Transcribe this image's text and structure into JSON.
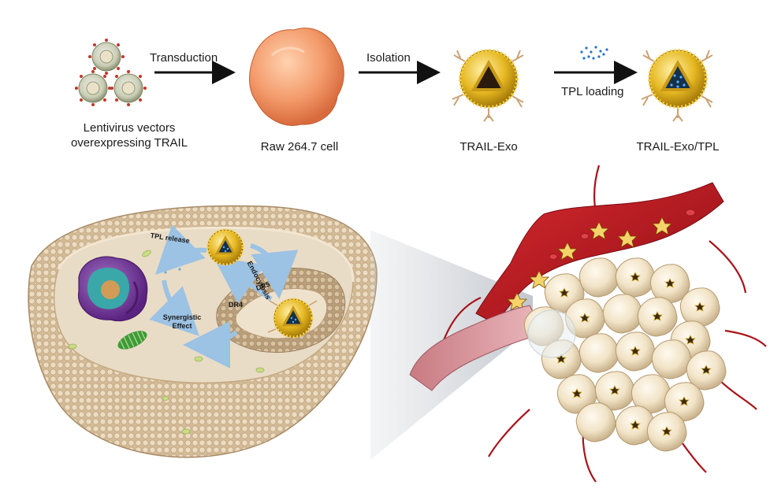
{
  "top_row": {
    "lentivirus_label_line1": "Lentivirus vectors",
    "lentivirus_label_line2": "overexpressing TRAIL",
    "step1_label": "Transduction",
    "cell_label": "Raw 264.7 cell",
    "step2_label": "Isolation",
    "exo_label": "TRAIL-Exo",
    "step3_label": "TPL loading",
    "loaded_exo_label": "TRAIL-Exo/TPL"
  },
  "cell_diagram": {
    "tpl_release": "TPL release",
    "endocytosis": "Endocytosis",
    "dr5": "DR5",
    "dr4": "DR4",
    "synergistic_line1": "Synergistic",
    "synergistic_line2": "Effect"
  },
  "colors": {
    "membrane": "#d8c2a0",
    "membrane_dark": "#b89c76",
    "nucleus": "#7b3fa0",
    "exosome_gold": "#e6b822",
    "vessel_red": "#b3141c",
    "tumor_cell": "#f1e3c6",
    "macrophage": "#f4a67a",
    "arrow_blue": "#a9cbe8"
  }
}
